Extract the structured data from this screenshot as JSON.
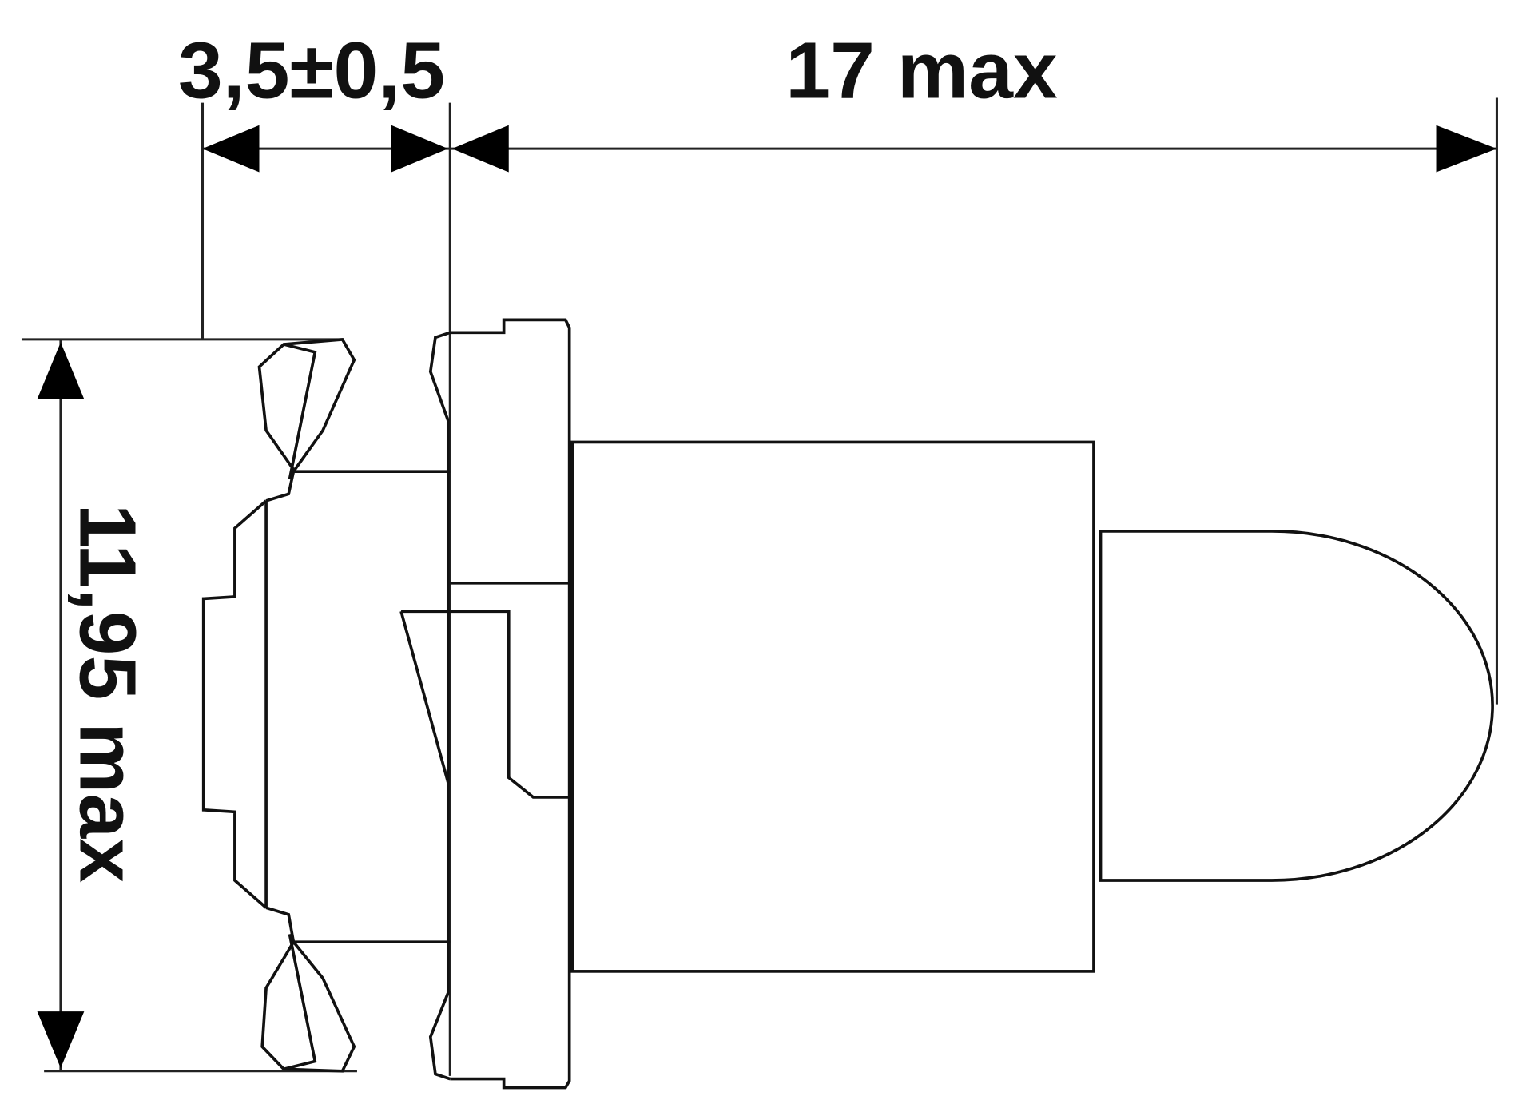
{
  "dimensions": {
    "clip_thickness": "3,5±0,5",
    "total_length": "17 max",
    "height": "11,95 max"
  }
}
